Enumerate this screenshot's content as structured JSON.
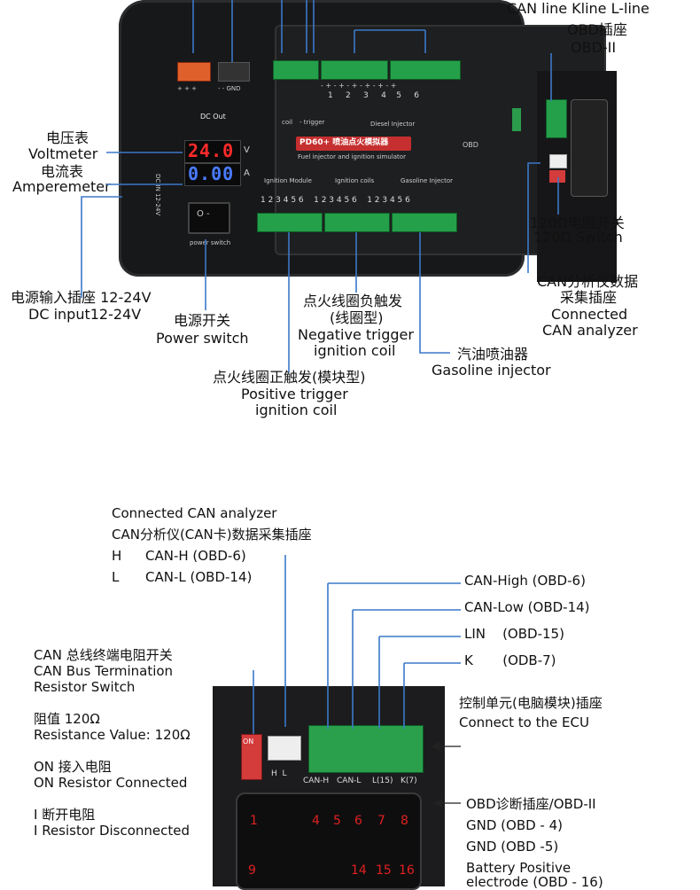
{
  "top_label_can": "CAN line Kline L-line",
  "obd_socket_cn": "OBD插座",
  "obd_socket_en": "OBD-II",
  "voltmeter_cn": "电压表",
  "voltmeter_en": "Voltmeter",
  "ammeter_cn": "电流表",
  "ammeter_en": "Amperemeter",
  "dc_input_cn": "电源输入插座 12-24V",
  "dc_input_en": "DC input12-24V",
  "power_switch_cn": "电源开关",
  "power_switch_en": "Power switch",
  "neg_trigger_cn1": "点火线圈负触发",
  "neg_trigger_cn2": "(线圈型)",
  "neg_trigger_en1": "Negative trigger",
  "neg_trigger_en2": "ignition coil",
  "gasoline_cn": "汽油喷油器",
  "gasoline_en": "Gasoline injector",
  "pos_trigger_cn": "点火线圈正触发(模块型)",
  "pos_trigger_en1": "Positive trigger",
  "pos_trigger_en2": "ignition coil",
  "switch120_cn": "120Ω电阻开关",
  "switch120_en": "120Ω Switch",
  "can_analyzer_cn1": "CAN分析仪数据",
  "can_analyzer_cn2": "采集插座",
  "can_analyzer_en1": "Connected",
  "can_analyzer_en2": "CAN analyzer",
  "device": {
    "voltage": "24.0",
    "current": "0.00",
    "unit_v": "V",
    "unit_a": "A",
    "brand": "PD60+ 喷油点火模拟器",
    "subtitle": "Fuel injector and ignition simulator",
    "dc_out": "DC Out",
    "power_switch_small": "power switch",
    "dc_in_small": "DC IN 12-24V",
    "ignition_module": "Ignition Module",
    "ignition_coils": "Ignition coils",
    "gasoline_injector_small": "Gasoline Injector",
    "diesel_injector_small": "Diesel Injector",
    "coil_small": "coil",
    "trigger_small": "- trigger",
    "obd_small": "OBD"
  },
  "bottom": {
    "connected_can": "Connected CAN analyzer",
    "can_card_cn": "CAN分析仪(CAN卡)数据采集插座",
    "h_key": "H",
    "h_val": "CAN-H (OBD-6)",
    "l_key": "L",
    "l_val": "CAN-L (OBD-14)",
    "can_high": "CAN-High (OBD-6)",
    "can_low": "CAN-Low (OBD-14)",
    "lin": "LIN    (OBD-15)",
    "k": "K       (ODB-7)",
    "term_cn": "CAN 总线终端电阻开关",
    "term_en1": "CAN Bus Termination",
    "term_en2": "Resistor Switch",
    "res_cn": "阻值 120Ω",
    "res_en": "Resistance Value: 120Ω",
    "on_cn": "ON 接入电阻",
    "on_en": "ON Resistor Connected",
    "off_cn": "I 断开电阻",
    "off_en": "I Resistor Disconnected",
    "ecu_cn": "控制单元(电脑模块)插座",
    "ecu_en": "Connect to the ECU",
    "obd_diag": "OBD诊断插座/OBD-II",
    "gnd4": "GND (OBD - 4)",
    "gnd5": "GND (OBD -5)",
    "bat1": "Battery Positive",
    "bat2": "electrode (OBD - 16)",
    "pin_labels": [
      "CAN-H",
      "CAN-L",
      "L(15)",
      "K(7)"
    ],
    "hl_labels": "H  L",
    "switch_on": "ON",
    "obd_nums_top": [
      "1",
      "4",
      "5",
      "6",
      "7",
      "8"
    ],
    "obd_nums_bottom": [
      "9",
      "14",
      "15",
      "16"
    ]
  }
}
